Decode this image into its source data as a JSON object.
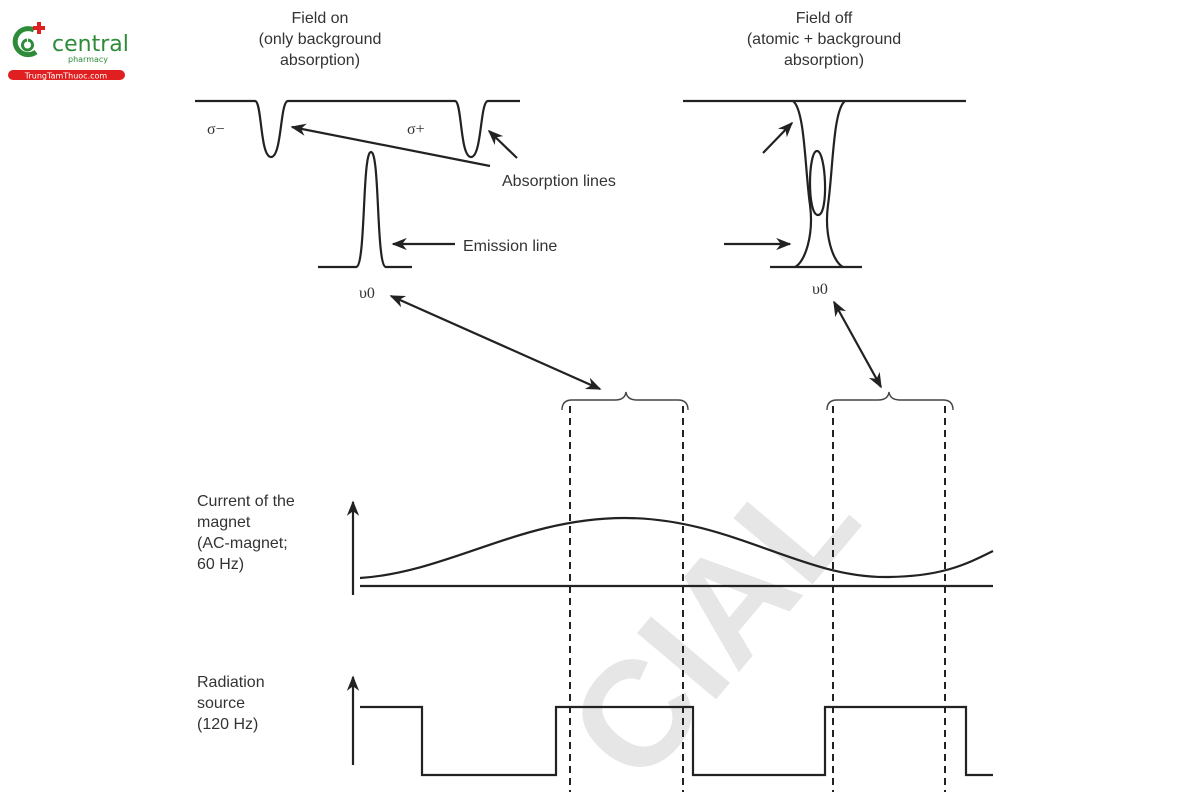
{
  "logo": {
    "brand": "central",
    "sub": "pharmacy",
    "site": "TrungTamThuoc.com",
    "colors": {
      "green": "#2e8b3a",
      "red": "#e02020"
    }
  },
  "watermark": "CIAL",
  "field_on": {
    "title": [
      "Field on",
      "(only background",
      "absorption)"
    ],
    "sigma_minus": "σ−",
    "sigma_plus": "σ+",
    "absorption_label": "Absorption lines",
    "emission_label": "Emission line",
    "nu0": "υ0"
  },
  "field_off": {
    "title": [
      "Field off",
      "(atomic + background",
      "absorption)"
    ],
    "nu0": "υ0"
  },
  "magnet": {
    "label": [
      "Current of the",
      "magnet",
      "(AC-magnet;",
      "60 Hz)"
    ]
  },
  "radiation": {
    "label": [
      "Radiation",
      "source",
      "(120 Hz)"
    ]
  }
}
